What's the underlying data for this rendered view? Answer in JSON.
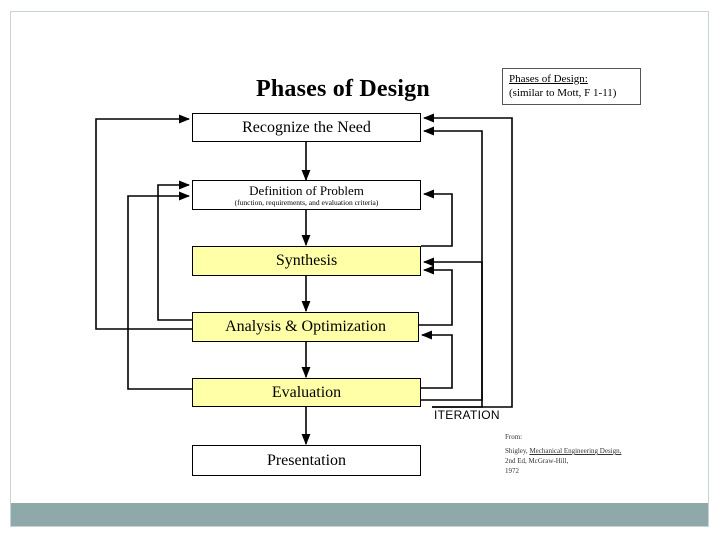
{
  "diagram": {
    "title": "Phases of Design",
    "boxes": [
      {
        "id": "recognize",
        "label": "Recognize the Need",
        "highlight": false
      },
      {
        "id": "definition",
        "label": "Definition of Problem",
        "sub": "(function, requirements, and evaluation criteria)",
        "highlight": false
      },
      {
        "id": "synthesis",
        "label": "Synthesis",
        "highlight": true
      },
      {
        "id": "analysis",
        "label": "Analysis & Optimization",
        "highlight": true
      },
      {
        "id": "evaluation",
        "label": "Evaluation",
        "highlight": true
      },
      {
        "id": "presentation",
        "label": "Presentation",
        "highlight": false
      }
    ],
    "note": {
      "line1": "Phases of Design:",
      "line2": "(similar to Mott, F 1-11)"
    },
    "iteration_label": "ITERATION",
    "source": {
      "from": "From:",
      "author": "Shigley,",
      "book": "Mechanical Engineering Design,",
      "edition": "2nd Ed, McGraw-Hill,",
      "year": "1972"
    }
  },
  "colors": {
    "highlight_fill": "#ffffa8",
    "footer_bar": "#8fa8aa",
    "frame_border": "#c9d3d3"
  }
}
